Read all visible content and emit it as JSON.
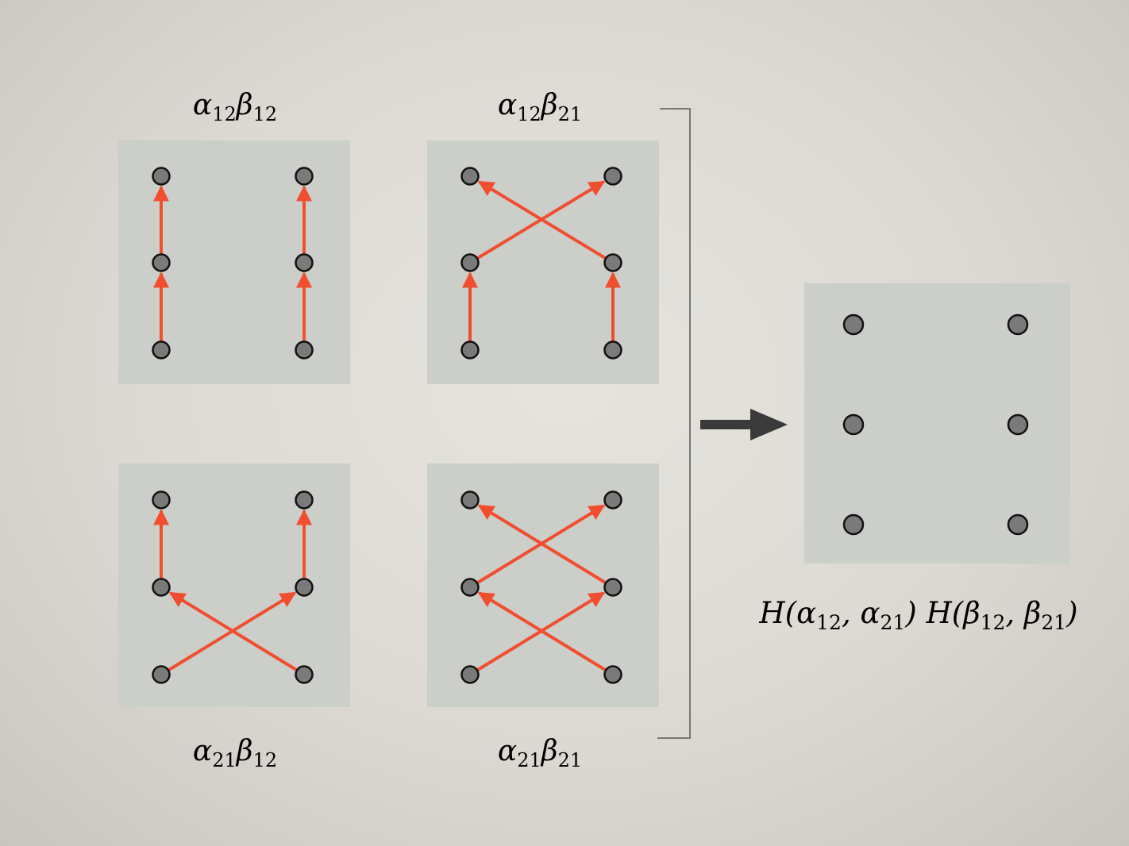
{
  "colors": {
    "arrow": "#f04e2e",
    "node_fill": "#7a7a7a",
    "node_stroke": "#111111",
    "panel": "#ccceca",
    "big_arrow": "#3a3a3a",
    "bracket": "#777777"
  },
  "panels": {
    "top_left": {
      "label": {
        "a": "α",
        "a_sub": "12",
        "b": "β",
        "b_sub": "12"
      }
    },
    "top_right": {
      "label": {
        "a": "α",
        "a_sub": "12",
        "b": "β",
        "b_sub": "21"
      }
    },
    "bottom_left": {
      "label": {
        "a": "α",
        "a_sub": "21",
        "b": "β",
        "b_sub": "12"
      }
    },
    "bottom_right": {
      "label": {
        "a": "α",
        "a_sub": "21",
        "b": "β",
        "b_sub": "21"
      }
    }
  },
  "result": {
    "label": {
      "h1": "H(",
      "a1": "α",
      "a1_sub": "12",
      "sep1": ", ",
      "a2": "α",
      "a2_sub": "21",
      "close1": ")",
      "h2": " H(",
      "b1": "β",
      "b1_sub": "12",
      "sep2": ", ",
      "b2": "β",
      "b2_sub": "21",
      "close2": ")"
    }
  }
}
